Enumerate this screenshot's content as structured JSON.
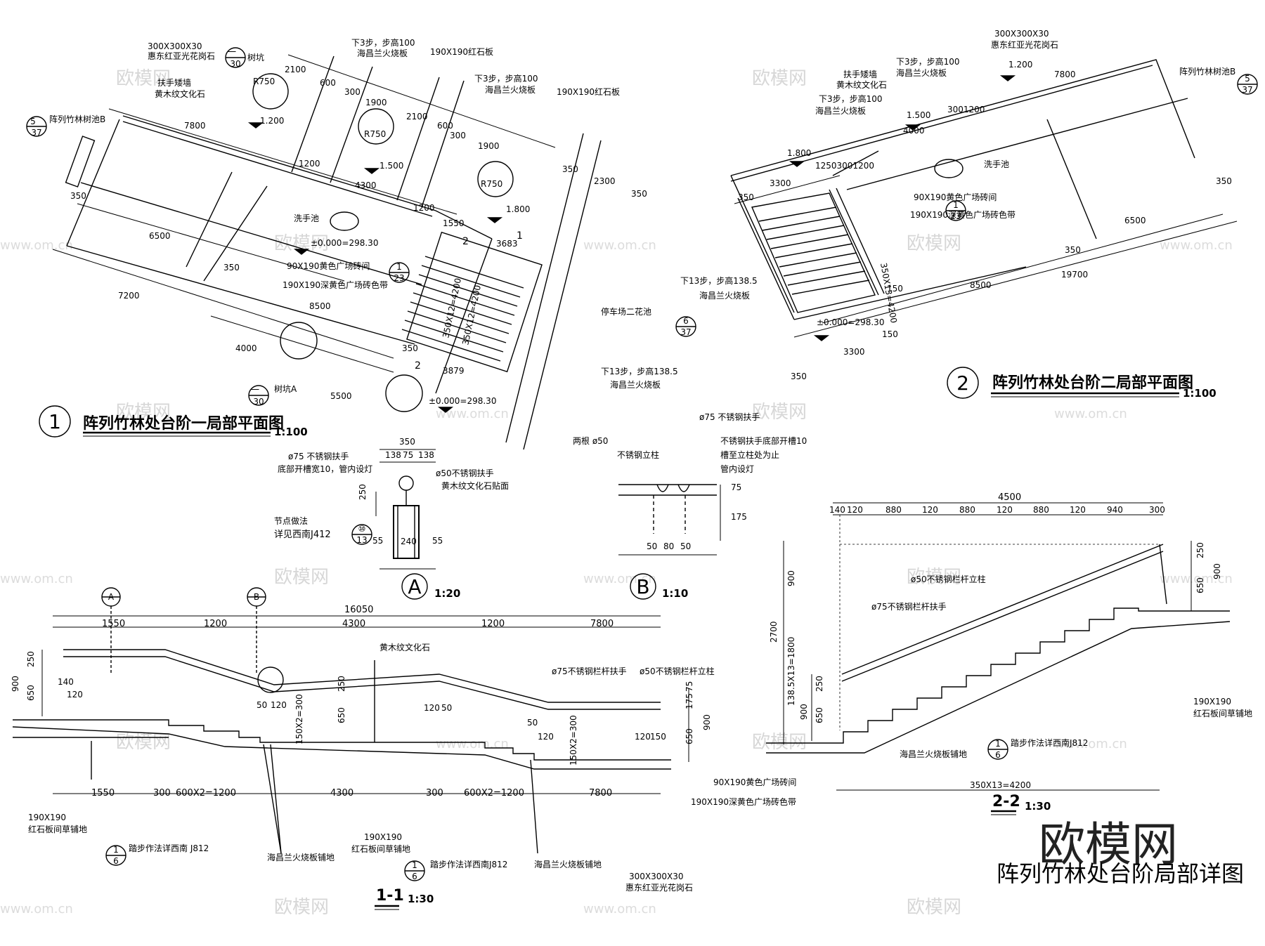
{
  "colors": {
    "ink": "#000000",
    "paper": "#ffffff",
    "watermark": "#d7d7d7"
  },
  "plan1": {
    "num": "1",
    "title": "阵列竹林处台阶一局部平面图",
    "scale": "1:100",
    "labels": {
      "granite": "300X300X30",
      "granite_name": "惠东红亚光花岗石",
      "tree_pit_top": "树坑",
      "handrail_wall": "扶手矮墙",
      "wall_stone": "黄木纹文化石",
      "bamboo_pool": "阵列竹林树池B",
      "steps1": "下3步，步高100",
      "steps1_mat": "海昌兰火烧板",
      "steps2": "下3步，步高100",
      "steps2_mat": "海昌兰火烧板",
      "red_slab1": "190X190红石板",
      "red_slab2": "190X190红石板",
      "basin": "洗手池",
      "elev0": "±0.000=298.30",
      "paving1": "90X190黄色广场砖间",
      "paving2": "190X190深黄色广场砖色带",
      "parking": "停车场二花池",
      "steps13": "下13步，步高138.5",
      "steps13_mat": "海昌兰火烧板",
      "tree_pit_a": "树坑A",
      "elev_bottom": "±0.000=298.30",
      "stair1": "350X12=4200",
      "stair2": "350X12=4200",
      "el1": "1.200",
      "el2": "1.500",
      "el3": "1.800",
      "r1": "R750",
      "r2": "R750",
      "r3": "R750"
    },
    "dims": {
      "d2100a": "2100",
      "d600a": "600",
      "d300a": "300",
      "d1900a": "1900",
      "d2100b": "2100",
      "d600b": "600",
      "d300b": "300",
      "d1900b": "1900",
      "d7800": "7800",
      "d1200a": "1200",
      "d4300": "4300",
      "d1200b": "1200",
      "d1550": "1550",
      "d3683": "3683",
      "d350a": "350",
      "d2300": "2300",
      "d350b": "350",
      "d350c": "350",
      "d6500": "6500",
      "d350d": "350",
      "d7200": "7200",
      "d8500": "8500",
      "d4000": "4000",
      "d5500": "5500",
      "d350e": "350",
      "d3879": "3879",
      "n2a": "2",
      "n2b": "2",
      "n1": "1"
    },
    "refs": {
      "r_5_37_top": "5",
      "r_5_37_bot": "37",
      "r_1_30_top": "一",
      "r_1_30_bot": "30",
      "r_1_23_top": "1",
      "r_1_23_bot": "23",
      "r_6_37_top": "6",
      "r_6_37_bot": "37",
      "r_a_30_top": "一",
      "r_a_30_bot": "30"
    }
  },
  "plan2": {
    "num": "2",
    "title": "阵列竹林处台阶二局部平面图",
    "scale": "1:100",
    "labels": {
      "granite": "300X300X30",
      "granite_name": "惠东红亚光花岗石",
      "handrail_wall": "扶手矮墙",
      "wall_stone": "黄木纹文化石",
      "steps_a": "下3步，步高100",
      "steps_a_mat": "海昌兰火烧板",
      "steps_b": "下3步，步高100",
      "steps_b_mat": "海昌兰火烧板",
      "bamboo_pool": "阵列竹林树池B",
      "basin": "洗手池",
      "paving1": "90X190黄色广场砖间",
      "paving2": "190X190深黄色广场砖色带",
      "steps13": "下13步，步高138.5",
      "steps13_mat": "海昌兰火烧板",
      "elev0": "±0.000=298.30",
      "stair": "350X13=4200",
      "el1": "1.200",
      "el2": "1.500",
      "el3": "1.800"
    },
    "dims": {
      "d7800": "7800",
      "d4000": "4000",
      "d3001200": "3001200",
      "d3300a": "3300",
      "d1250": "12503001200",
      "d350a": "350",
      "d350b": "350",
      "d6500": "6500",
      "d350c": "350",
      "d8500": "8500",
      "d19700": "19700",
      "d150a": "150",
      "d150b": "150",
      "d3300b": "3300",
      "d350d": "350"
    },
    "refs": {
      "r_5_37_top": "5",
      "r_5_37_bot": "37",
      "r_1_23_top": "1",
      "r_1_23_bot": "23"
    }
  },
  "detailA": {
    "label": "A",
    "scale": "1:20",
    "d350": "350",
    "d138a": "138",
    "d75": "75",
    "d138b": "138",
    "rail": "ø75 不锈钢扶手",
    "rail2": "底部开槽宽10，管内设灯",
    "post": "ø50不锈钢扶手",
    "stone": "黄木纹文化石贴面",
    "node": "节点做法",
    "ref": "详见西南J412",
    "d250": "250",
    "d240": "240",
    "d55a": "55",
    "d55b": "55",
    "ref_top": "⑩",
    "ref_bot": "13"
  },
  "detailB": {
    "label": "B",
    "scale": "1:10",
    "handrail": "ø75 不锈钢扶手",
    "posts": "两根 ø50",
    "post_mat": "不锈钢立柱",
    "slot1": "不锈钢扶手底部开槽10",
    "slot2": "槽至立柱处为止",
    "slot3": "管内设灯",
    "d75": "75",
    "d175": "175",
    "d50a": "50",
    "d80": "80",
    "d50b": "50"
  },
  "section11": {
    "label": "1-1",
    "scale": "1:30",
    "tagA": "A",
    "tagB": "B",
    "d16050": "16050",
    "top_dims": [
      "1550",
      "1200",
      "4300",
      "1200",
      "7800"
    ],
    "bot_dims": [
      "1550",
      "300",
      "600X2=1200",
      "4300",
      "300",
      "600X2=1200",
      "7800"
    ],
    "stone": "黄木纹文化石",
    "rail": "ø75不锈钢栏杆扶手",
    "post": "ø50不锈钢栏杆立柱",
    "d250a": "250",
    "d900a": "900",
    "d650a": "650",
    "d140": "140",
    "d120a": "120",
    "d50a": "50",
    "d120b": "120",
    "d150x2a": "150X2=300",
    "d650b": "650",
    "d250b": "250",
    "d120c": "120",
    "d50c": "50",
    "d50d": "50",
    "d120d": "120",
    "d150x2b": "150X2=300",
    "d120e": "120",
    "d150": "150",
    "d175": "175",
    "d75": "75",
    "d650c": "650",
    "d900b": "900",
    "slab1": "190X190",
    "slab1b": "红石板间草铺地",
    "stepref1": "踏步作法详西南 J812",
    "paving_mat1": "海昌兰火烧板铺地",
    "slab2": "190X190",
    "slab2b": "红石板间草铺地",
    "stepref2": "踏步作法详西南J812",
    "paving_mat2": "海昌兰火烧板铺地",
    "granite": "300X300X30",
    "granite_name": "惠东红亚光花岗石",
    "ref1_top": "1",
    "ref1_bot": "6",
    "ref2_top": "1",
    "ref2_bot": "6"
  },
  "section22": {
    "label": "2-2",
    "scale": "1:30",
    "d4500": "4500",
    "top_dims": [
      "140",
      "120",
      "880",
      "120",
      "880",
      "120",
      "880",
      "120",
      "940",
      "300"
    ],
    "post": "ø50不锈钢栏杆立柱",
    "rail": "ø75不锈钢栏杆扶手",
    "d900a": "900",
    "d2700": "2700",
    "d13855": "138.5X13=1800",
    "d250a": "250",
    "d900b": "900",
    "d650a": "650",
    "d250b": "250",
    "d650b": "650",
    "d900c": "900",
    "slab": "190X190",
    "slab2": "红石板间草铺地",
    "stepref": "踏步作法详西南J812",
    "paving_mat": "海昌兰火烧板铺地",
    "d4200": "350X13=4200",
    "paving1": "90X190黄色广场砖间",
    "paving2": "190X190深黄色广场砖色带",
    "ref_top": "1",
    "ref_bot": "6"
  },
  "sheet_title": "阵列竹林处台阶局部详图",
  "brand": "欧模网",
  "watermark": "欧模网",
  "watermark_url": "www.om.cn"
}
